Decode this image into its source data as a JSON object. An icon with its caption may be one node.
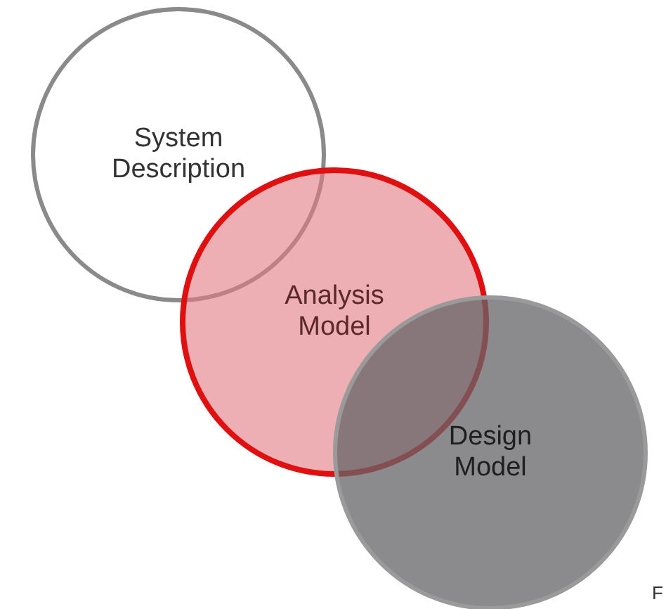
{
  "diagram": {
    "nodes": [
      {
        "text": [
          "System Description"
        ]
      },
      {
        "text": [
          "Analysis Model"
        ]
      },
      {
        "text": [
          "Design Model"
        ]
      }
    ],
    "labels": [
      "F"
    ]
  }
}
